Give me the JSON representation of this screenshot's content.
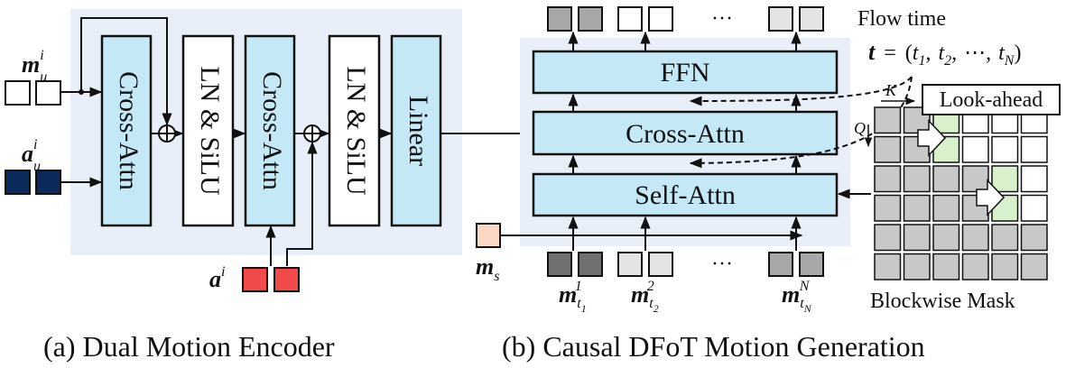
{
  "encoder": {
    "caption": "(a) Dual Motion Encoder",
    "blocks": [
      "Cross-Attn",
      "LN & SiLU",
      "Cross-Attn",
      "LN & SiLU",
      "Linear"
    ],
    "inputs": {
      "mu": {
        "base": "m",
        "sub": "u",
        "sup": "i"
      },
      "au": {
        "base": "a",
        "sub": "u",
        "sup": "i"
      },
      "ai": {
        "base": "a",
        "sup": "i"
      }
    }
  },
  "generator": {
    "caption": "(b) Causal DFoT Motion Generation",
    "blocks": {
      "ffn": "FFN",
      "cross": "Cross-Attn",
      "self": "Self-Attn"
    },
    "flow_time_label": "Flow time",
    "flow_time_eq": {
      "lhs": "t",
      "eq": "=",
      "open": "(",
      "terms": [
        "t",
        "t",
        "⋯",
        "t"
      ],
      "subs": [
        "1",
        "2",
        "",
        "N"
      ],
      "close": ")"
    },
    "ellipsis": "···",
    "ms": {
      "base": "m",
      "sub": "s"
    },
    "tokens": [
      {
        "base": "m",
        "sub": "t",
        "subsub": "1",
        "sup": "1"
      },
      {
        "base": "m",
        "sub": "t",
        "subsub": "2",
        "sup": "2"
      },
      {
        "base": "m",
        "sub": "t",
        "subsub": "N",
        "sup": "N"
      }
    ]
  },
  "mask": {
    "label": "Blockwise Mask",
    "k_label": "K",
    "q_label": "Q",
    "lookahead_label": "Look-ahead"
  },
  "colors": {
    "block_fill": "#c5e8f7",
    "panel_bg": "#e8eff8",
    "navy": "#0b2a5b",
    "red": "#f04a4a",
    "peach": "#f9d9c6",
    "mask_gray": "#c8c8c8",
    "mask_green": "#d9f0cd"
  }
}
